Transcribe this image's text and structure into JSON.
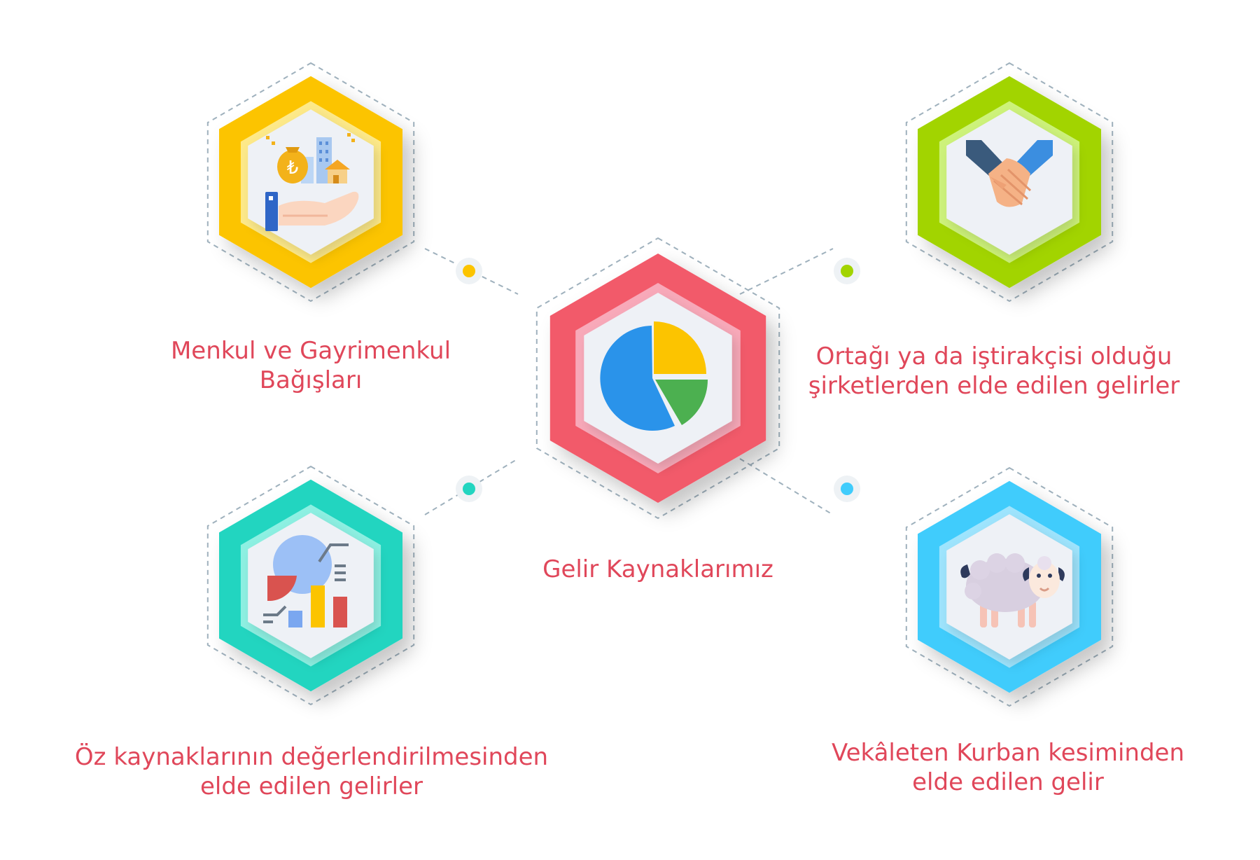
{
  "title": "Gelir Kaynaklarımız",
  "nodes": [
    {
      "id": "center",
      "icon": "pie-chart-icon",
      "color": "#f25a6b",
      "ring": "#f8a9b9",
      "label_lines": [
        "Gelir Kaynaklarımız"
      ]
    },
    {
      "id": "top-left",
      "icon": "real-estate-donation-icon",
      "color": "#fcc400",
      "ring": "#fde989",
      "label_lines": [
        "Menkul ve Gayrimenkul",
        "Bağışları"
      ]
    },
    {
      "id": "top-right",
      "icon": "handshake-icon",
      "color": "#a2d400",
      "ring": "#cdf27a",
      "label_lines": [
        "Ortağı ya da iştirakçisi olduğu",
        "şirketlerden elde edilen gelirler"
      ]
    },
    {
      "id": "bottom-left",
      "icon": "analytics-chart-icon",
      "color": "#22d5c0",
      "ring": "#8df0e2",
      "label_lines": [
        "Öz kaynaklarının değerlendirilmesinden",
        "elde edilen gelirler"
      ]
    },
    {
      "id": "bottom-right",
      "icon": "sheep-icon",
      "color": "#40ccfc",
      "ring": "#9ee4fd",
      "label_lines": [
        "Vekâleten Kurban kesiminden",
        "elde edilen gelir"
      ]
    }
  ],
  "connector_dots": [
    {
      "id": "top-left",
      "color": "#fcc400"
    },
    {
      "id": "top-right",
      "color": "#a2d400"
    },
    {
      "id": "bottom-left",
      "color": "#22d5c0"
    },
    {
      "id": "bottom-right",
      "color": "#40ccfc"
    }
  ]
}
